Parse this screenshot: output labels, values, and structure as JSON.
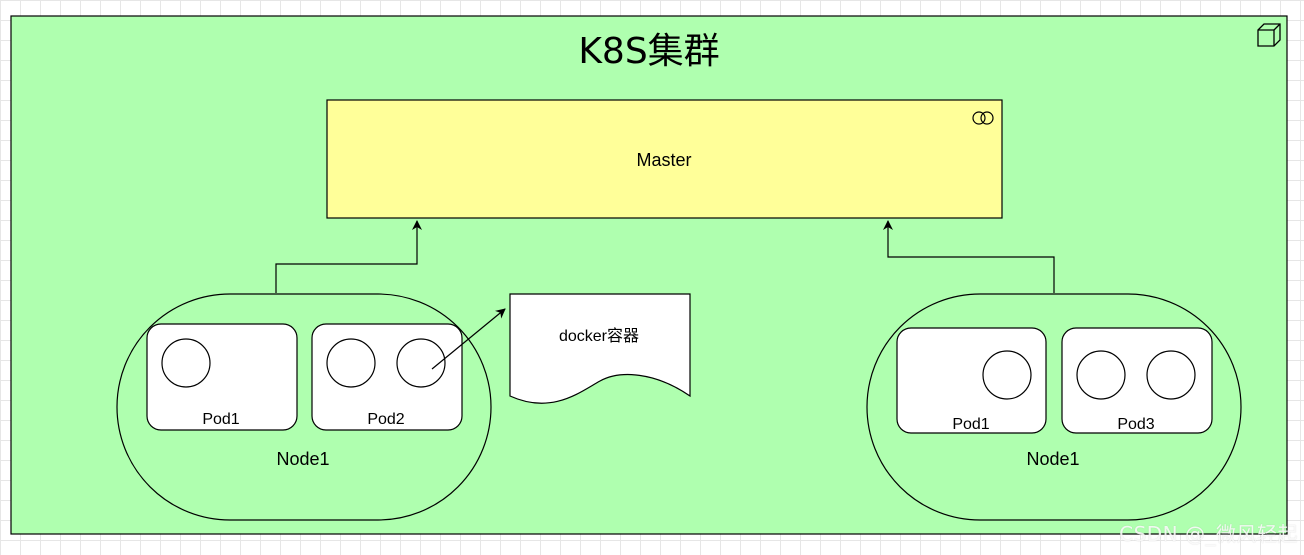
{
  "cluster": {
    "title": "K8S集群",
    "fill": "#AFFFAF"
  },
  "master": {
    "label": "Master",
    "fill": "#FFFF99"
  },
  "nodes": [
    {
      "label": "Node1",
      "pods": [
        {
          "label": "Pod1"
        },
        {
          "label": "Pod2"
        }
      ]
    },
    {
      "label": "Node1",
      "pods": [
        {
          "label": "Pod1"
        },
        {
          "label": "Pod3"
        }
      ]
    }
  ],
  "docker_note": {
    "label": "docker容器"
  },
  "watermark": "CSDN @_微风轻起"
}
